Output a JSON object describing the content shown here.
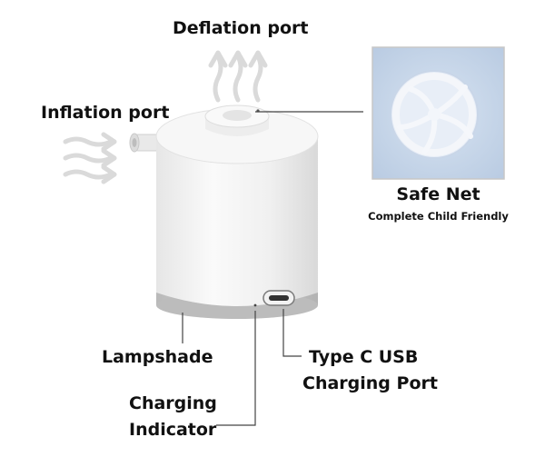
{
  "labels": {
    "deflation_port": "Deflation port",
    "inflation_port": "Inflation port",
    "safe_net_title": "Safe Net",
    "safe_net_subtitle": "Complete Child Friendly",
    "lampshade": "Lampshade",
    "type_c_line1": "Type C USB",
    "type_c_line2": "Charging Port",
    "charging_line1": "Charging",
    "charging_line2": "Indicator"
  },
  "colors": {
    "body_white": "#f3f3f3",
    "base_gray": "#c9c9c9",
    "inset_blue": "#c6d6ea",
    "arrow_gray": "#d9d9d9",
    "text": "#111111"
  }
}
